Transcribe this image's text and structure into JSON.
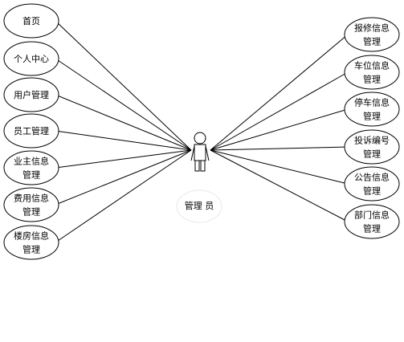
{
  "actor": {
    "label": "管理 员"
  },
  "left_usecases": [
    {
      "id": "home",
      "lines": [
        "首页"
      ]
    },
    {
      "id": "profile",
      "lines": [
        "个人中心"
      ]
    },
    {
      "id": "user-mgmt",
      "lines": [
        "用户管理"
      ]
    },
    {
      "id": "staff-mgmt",
      "lines": [
        "员工管理"
      ]
    },
    {
      "id": "owner-info-mgmt",
      "lines": [
        "业主信息",
        "管理"
      ]
    },
    {
      "id": "fee-info-mgmt",
      "lines": [
        "费用信息",
        "管理"
      ]
    },
    {
      "id": "building-info-mgmt",
      "lines": [
        "楼房信息",
        "管理"
      ]
    }
  ],
  "right_usecases": [
    {
      "id": "repair-info-mgmt",
      "lines": [
        "报修信息",
        "管理"
      ]
    },
    {
      "id": "parking-space-info-mgmt",
      "lines": [
        "车位信息",
        "管理"
      ]
    },
    {
      "id": "parking-info-mgmt",
      "lines": [
        "停车信息",
        "管理"
      ]
    },
    {
      "id": "complaint-info-mgmt",
      "lines": [
        "投诉编号",
        "管理"
      ]
    },
    {
      "id": "notice-info-mgmt",
      "lines": [
        "公告信息",
        "管理"
      ]
    },
    {
      "id": "department-info-mgmt",
      "lines": [
        "部门信息",
        "管理"
      ]
    }
  ]
}
